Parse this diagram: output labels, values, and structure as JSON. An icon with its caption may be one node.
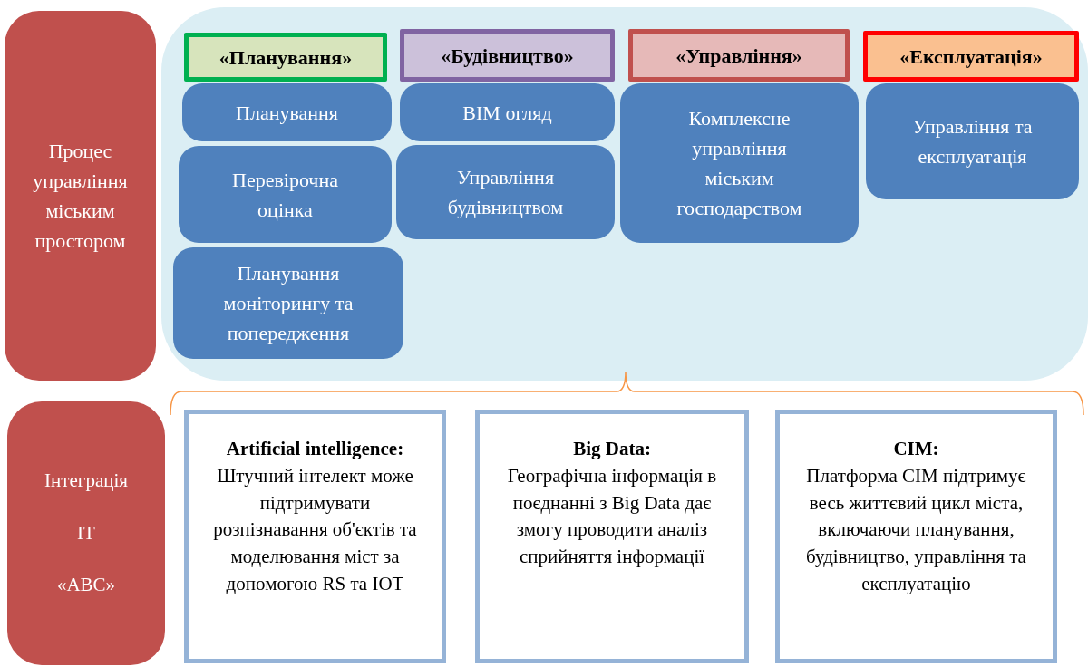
{
  "diagram": {
    "nodes": [
      {
        "text": [
          "Процес управління міським простором"
        ]
      },
      {
        "text": [],
        "shape": "box"
      },
      {
        "text": [
          "«Планування»"
        ],
        "in": 1
      },
      {
        "text": [
          "«Будівництво»"
        ],
        "in": 1
      },
      {
        "text": [
          "«Управління»"
        ],
        "in": 1
      },
      {
        "text": [
          "«Експлуатація»"
        ],
        "in": 1
      },
      {
        "text": [
          "Планування"
        ],
        "in": 1
      },
      {
        "text": [
          "BIM огляд"
        ],
        "in": 1
      },
      {
        "text": [
          "Комплексне управління міським господарством"
        ],
        "in": 1
      },
      {
        "text": [
          "Управління та експлуатація"
        ],
        "in": 1
      },
      {
        "text": [
          "Перевірочна оцінка"
        ],
        "in": 1
      },
      {
        "text": [
          "Управління будівництвом"
        ],
        "in": 1
      },
      {
        "text": [
          "Планування моніторингу та попередження"
        ],
        "in": 1
      },
      {
        "text": [
          "Інтеграція",
          "IT",
          "«ABC»"
        ]
      },
      {
        "text": [
          "Artificial intelligence:",
          "Штучний інтелект може підтримувати розпізнавання об'єктів та моделювання міст за допомогою RS та IOT"
        ]
      },
      {
        "text": [
          "Big Data:",
          "Географічна інформація в поєднанні з Big Data дає змогу проводити аналіз сприйняття інформації"
        ]
      },
      {
        "text": [
          "CIM:",
          "Платформа CIM підтримує весь життєвий цикл міста, включаючи планування, будівництво, управління та експлуатацію"
        ]
      }
    ]
  }
}
